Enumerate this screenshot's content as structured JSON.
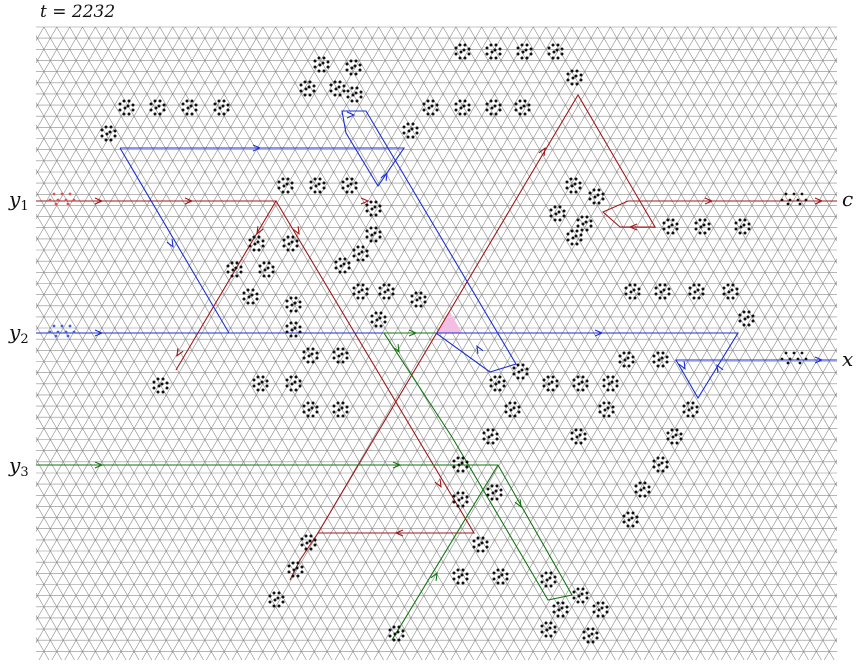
{
  "header": {
    "time_label": "t = 2232"
  },
  "labels": {
    "y1": {
      "name": "y",
      "sub": "1"
    },
    "y2": {
      "name": "y",
      "sub": "2"
    },
    "y3": {
      "name": "y",
      "sub": "3"
    },
    "c": "c",
    "x": "x"
  },
  "colors": {
    "grid": "#8c8c8c",
    "red": "#a01818",
    "blue": "#1a2fd8",
    "green": "#127512",
    "highlight": "#f4bde4",
    "dot": "#111111",
    "input_red": "#e05050",
    "input_blue": "#4060e0"
  }
}
